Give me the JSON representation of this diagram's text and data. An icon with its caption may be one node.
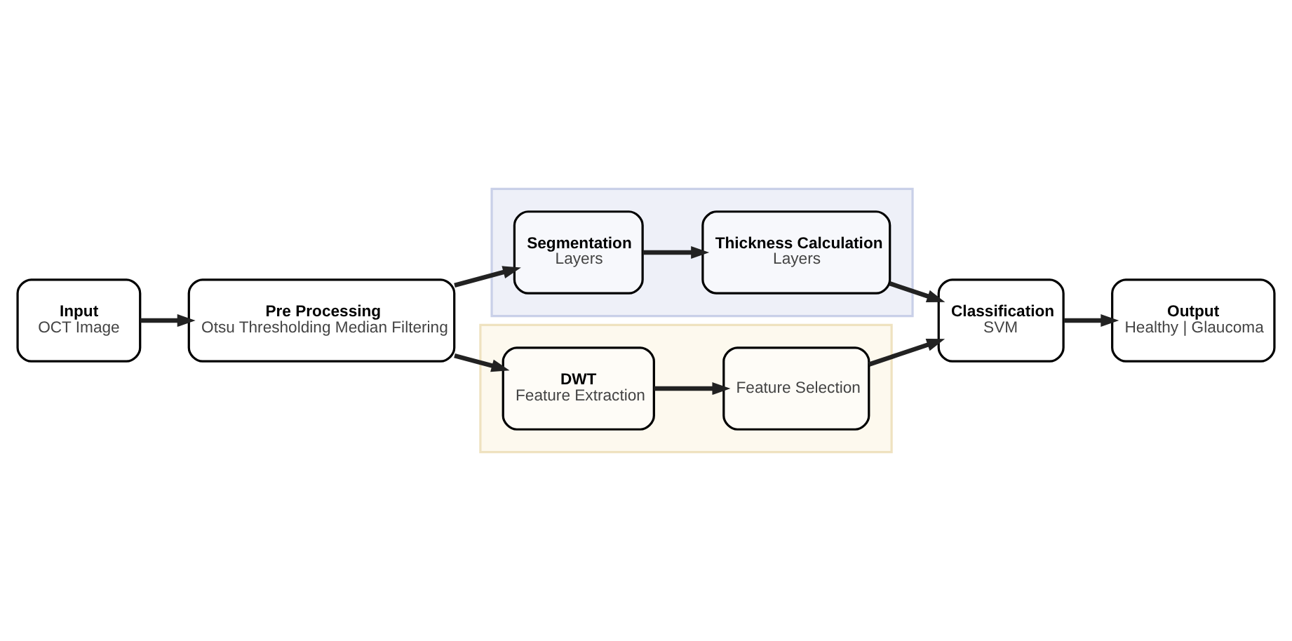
{
  "diagram": {
    "nodes": [
      {
        "text": [
          "Input",
          "OCT Image"
        ]
      },
      {
        "text": [
          "Pre Processing",
          "Otsu Thresholding Median Filtering"
        ]
      },
      {
        "text": [],
        "shape": "box"
      },
      {
        "text": [
          "Segmentation",
          "Layers"
        ],
        "in": 2
      },
      {
        "text": [
          "Thickness Calculation",
          "Layers"
        ],
        "in": 2
      },
      {
        "text": [],
        "shape": "box"
      },
      {
        "text": [
          "DWT",
          "Feature Extraction"
        ],
        "in": 5
      },
      {
        "text": [
          "Feature Selection"
        ],
        "in": 5
      },
      {
        "text": [
          "Classification",
          "SVM"
        ]
      },
      {
        "text": [
          "Output",
          "Healthy | Glaucoma"
        ]
      }
    ],
    "edges": [
      {
        "from": 0,
        "to": 1,
        "arrow": "to"
      },
      {
        "from": 1,
        "to": 3,
        "arrow": "to"
      },
      {
        "from": 3,
        "to": 4,
        "arrow": "to"
      },
      {
        "from": 1,
        "to": 6,
        "arrow": "to"
      },
      {
        "from": 6,
        "to": 7,
        "arrow": "to"
      },
      {
        "from": 7,
        "to": 8,
        "arrow": "to"
      },
      {
        "from": 4,
        "to": 8,
        "arrow": "to"
      },
      {
        "from": 8,
        "to": 9,
        "arrow": "to"
      }
    ]
  }
}
